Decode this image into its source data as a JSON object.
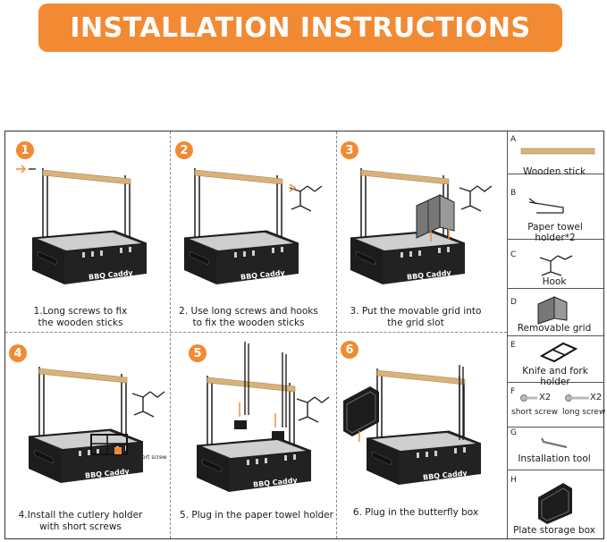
{
  "banner": {
    "title": "INSTALLATION INSTRUCTIONS"
  },
  "steps": [
    {
      "num": "1",
      "lines": [
        "1.Long screws to fix",
        "the wooden sticks"
      ]
    },
    {
      "num": "2",
      "lines": [
        "2. Use long screws and hooks",
        "to fix the wooden sticks"
      ]
    },
    {
      "num": "3",
      "lines": [
        "3. Put the movable grid into",
        "the grid slot"
      ]
    },
    {
      "num": "4",
      "lines": [
        "4.Install the cutlery holder",
        "with short screws"
      ]
    },
    {
      "num": "5",
      "lines": [
        "5. Plug in the paper towel holder"
      ]
    },
    {
      "num": "6",
      "lines": [
        "6. Plug in the butterfly box"
      ]
    }
  ],
  "product_label": "BBQ Caddy",
  "annotation": "short screw",
  "parts": [
    {
      "letter": "A",
      "name": "Wooden stick"
    },
    {
      "letter": "B",
      "name": "Paper towel holder*2"
    },
    {
      "letter": "C",
      "name": "Hook"
    },
    {
      "letter": "D",
      "name": "Removable grid"
    },
    {
      "letter": "E",
      "name": "Knife and fork holder"
    },
    {
      "letter": "F",
      "short_label": "short screw",
      "short_qty": "X2",
      "long_label": "long screw",
      "long_qty": "X2"
    },
    {
      "letter": "G",
      "name": "Installation tool"
    },
    {
      "letter": "H",
      "name": "Plate storage box"
    }
  ],
  "colors": {
    "accent": "#f28a33",
    "wood": "#d8b27a",
    "metal": "#1c1c1c"
  }
}
